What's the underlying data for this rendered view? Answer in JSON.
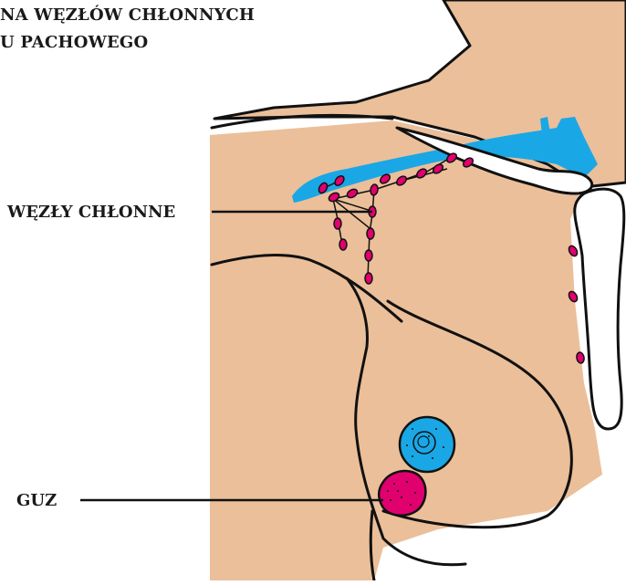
{
  "title": {
    "line1": "NA WĘZŁÓW CHŁONNYCH",
    "line2": "U PACHOWEGO"
  },
  "labels": {
    "lymph_nodes": "WĘZŁY CHŁONNE",
    "tumor": "GUZ"
  },
  "colors": {
    "skin": "#ebbf99",
    "outline": "#111111",
    "vessel": "#1aa7e6",
    "node": "#e0006e",
    "bone": "#ffffff",
    "nipple_areola": "#1aa7e6",
    "tumor": "#e0006e"
  }
}
